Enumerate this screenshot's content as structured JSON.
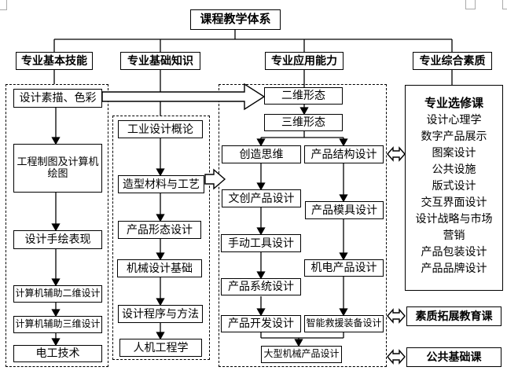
{
  "title": "课程教学体系",
  "categories": {
    "basic_skills": "专业基本技能",
    "basic_knowledge": "专业基础知识",
    "application_ability": "专业应用能力",
    "comprehensive_quality": "专业综合素质"
  },
  "skills": {
    "items": [
      "设计素描、色彩",
      "工程制图及计算机绘图",
      "设计手绘表现",
      "计算机辅助二维设计",
      "计算机辅助三维设计",
      "电工技术"
    ]
  },
  "knowledge": {
    "items": [
      "工业设计概论",
      "造型材料与工艺",
      "产品形态设计",
      "机械设计基础",
      "设计程序与方法",
      "人机工程学"
    ]
  },
  "application": {
    "top": [
      "二维形态",
      "三维形态"
    ],
    "left": [
      "创造思维",
      "文创产品设计",
      "手动工具设计",
      "产品系统设计",
      "产品开发设计"
    ],
    "right": [
      "产品结构设计",
      "产品模具设计",
      "机电产品设计",
      "智能救援装备设计"
    ],
    "bottom": "大型机械产品设计"
  },
  "elective": {
    "title": "专业选修课",
    "items": [
      "设计心理学",
      "数字产品展示",
      "图案设计",
      "公共设施",
      "版式设计",
      "交互界面设计",
      "设计战略与市场营销",
      "产品包装设计",
      "产品品牌设计"
    ]
  },
  "extra": {
    "quality": "素质拓展教育课",
    "public_basic": "公共基础课"
  },
  "colors": {
    "line": "#000000",
    "background": "#ffffff"
  }
}
